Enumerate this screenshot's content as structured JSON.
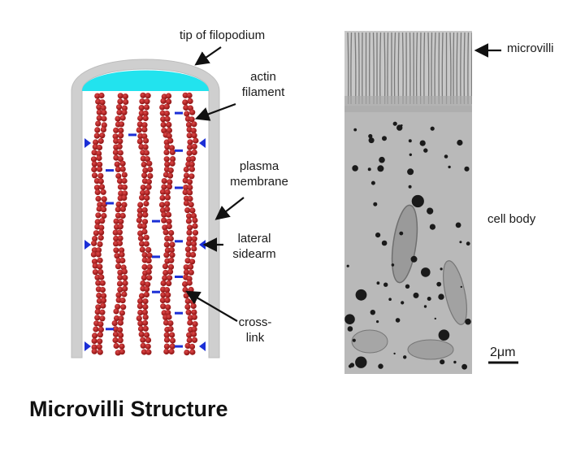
{
  "title": "Microvilli Structure",
  "labels": {
    "tip": "tip of filopodium",
    "actin_line1": "actin",
    "actin_line2": "filament",
    "plasma_line1": "plasma",
    "plasma_line2": "membrane",
    "lateral_line1": "lateral",
    "lateral_line2": "sidearm",
    "cross_line1": "cross-",
    "cross_line2": "link",
    "microvilli": "microvilli",
    "cell_body": "cell body",
    "scale": "2μm"
  },
  "colors": {
    "membrane": "#cfcfcf",
    "tip_cap": "#22e3ee",
    "actin": "#a31515",
    "actin_highlight": "#d23a3a",
    "crosslink": "#1b2fd6",
    "micrograph_bg": "#b9b9b9",
    "vesicle": "#1a1a1a"
  }
}
